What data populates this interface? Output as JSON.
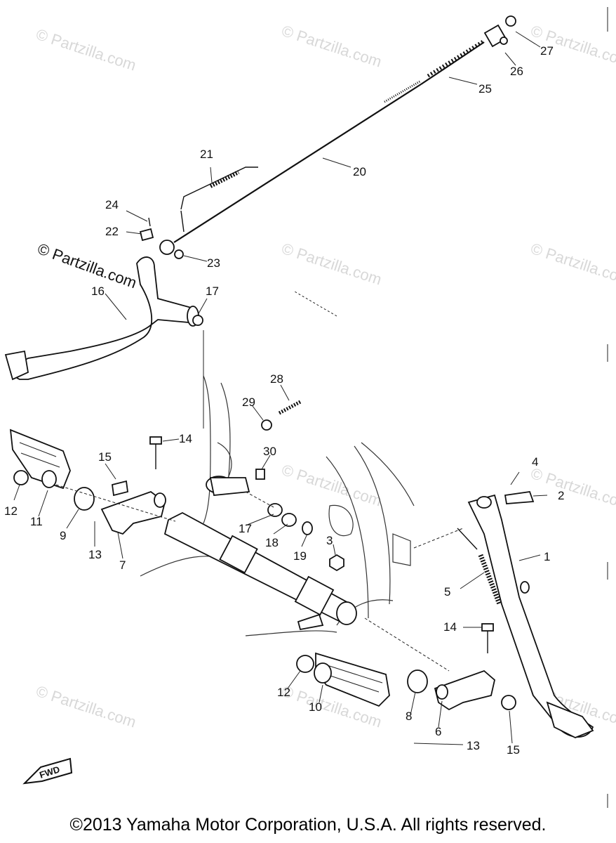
{
  "watermark": {
    "text": "© Partzilla.com",
    "prominent_text": "© Partzilla.com"
  },
  "fwd_label": "FWD",
  "part_numbers": {
    "p1": "1",
    "p2": "2",
    "p3": "3",
    "p4": "4",
    "p5": "5",
    "p6": "6",
    "p7": "7",
    "p8": "8",
    "p9": "9",
    "p10": "10",
    "p11": "11",
    "p12a": "12",
    "p12b": "12",
    "p13a": "13",
    "p13b": "13",
    "p14a": "14",
    "p14b": "14",
    "p15a": "15",
    "p15b": "15",
    "p16": "16",
    "p17a": "17",
    "p17b": "17",
    "p18": "18",
    "p19": "19",
    "p20": "20",
    "p21": "21",
    "p22": "22",
    "p23": "23",
    "p24": "24",
    "p25": "25",
    "p26": "26",
    "p27": "27",
    "p28": "28",
    "p29": "29",
    "p30": "30"
  },
  "copyright": "©2013 Yamaha Motor Corporation, U.S.A. All rights reserved."
}
